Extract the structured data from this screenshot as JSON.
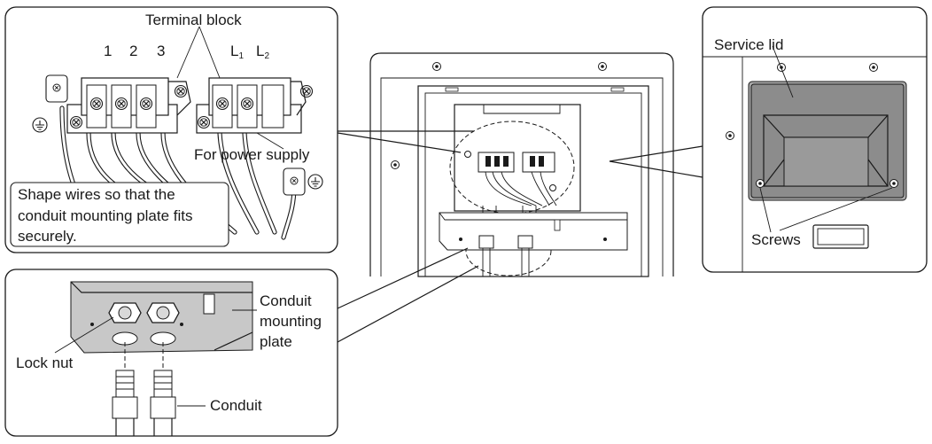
{
  "labels": {
    "terminal_block": "Terminal block",
    "t1": "1",
    "t2": "2",
    "t3": "3",
    "l1_main": "L",
    "l1_sub": "1",
    "l2_main": "L",
    "l2_sub": "2",
    "power_supply": "For power supply",
    "shape_note_line1": "Shape wires so that the",
    "shape_note_line2": "conduit mounting plate fits",
    "shape_note_line3": "securely.",
    "conduit_plate_line1": "Conduit",
    "conduit_plate_line2": "mounting",
    "conduit_plate_line3": "plate",
    "lock_nut": "Lock nut",
    "conduit": "Conduit",
    "service_lid": "Service lid",
    "screws": "Screws"
  },
  "icons": [
    "ground-symbol-icon",
    "screw-icon",
    "lock-nut-icon"
  ],
  "colors": {
    "line": "#1a1a1a",
    "lid_fill": "#8c8c8c",
    "plate_fill": "#c8c8c8"
  }
}
